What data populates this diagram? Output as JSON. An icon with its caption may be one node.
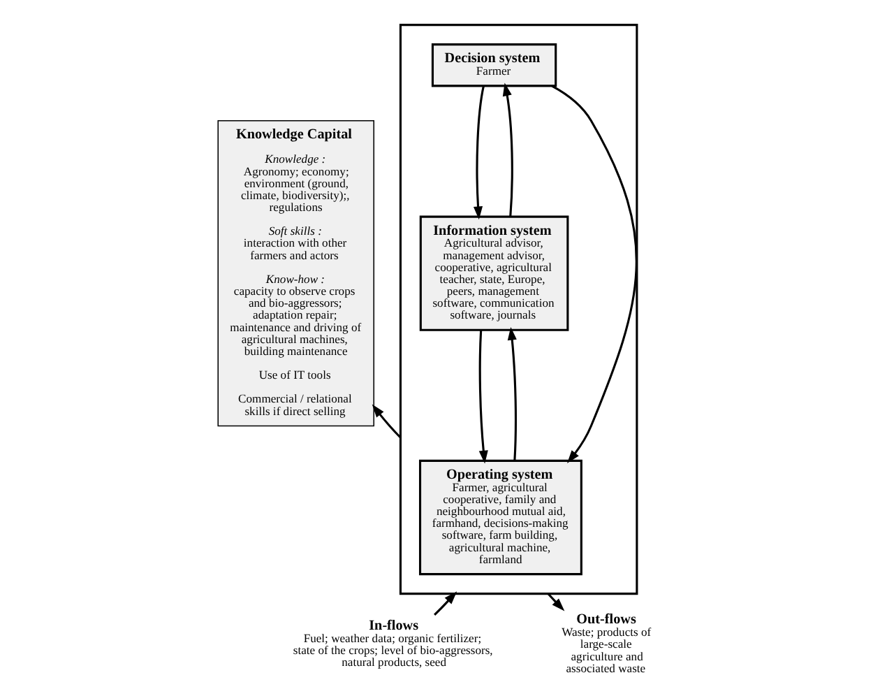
{
  "diagram": {
    "nodes": [
      {
        "text": [],
        "shape": "box"
      },
      {
        "text": [
          "Decision system",
          "Farmer"
        ],
        "in": 0
      },
      {
        "text": [
          "Information system",
          "Agricultural advisor, management advisor, cooperative, agricultural teacher, state, Europe, peers, management software, communication software, journals"
        ],
        "in": 0
      },
      {
        "text": [
          "Operating system",
          "Farmer, agricultural cooperative, family and neighbourhood mutual aid, farmhand, decisions-making software, farm building, agricultural machine, farmland"
        ],
        "in": 0
      },
      {
        "text": [
          "Knowledge Capital",
          "Knowledge :",
          "Agronomy; economy; environment (ground, climate, biodiversity);, regulations",
          "Soft skills :",
          "interaction with other farmers and actors",
          "Know-how :",
          "capacity to observe crops and bio-aggressors; adaptation repair; maintenance and driving of agricultural machines, building maintenance",
          "Use of IT tools",
          "Commercial / relational skills if direct selling"
        ]
      },
      {
        "text": [
          "In-flows",
          "Fuel; weather data; organic fertilizer; state of the crops; level of bio-aggressors, natural products, seed"
        ]
      },
      {
        "text": [
          "Out-flows",
          "Waste; products of large-scale agriculture and associated waste"
        ]
      }
    ],
    "edges": [
      {
        "from": 1,
        "to": 2,
        "arrow": "to"
      },
      {
        "from": 2,
        "to": 1,
        "arrow": "to"
      },
      {
        "from": 2,
        "to": 3,
        "arrow": "to"
      },
      {
        "from": 3,
        "to": 2,
        "arrow": "to"
      },
      {
        "from": 1,
        "to": 3,
        "arrow": "to"
      },
      {
        "from": 0,
        "to": 4,
        "arrow": "to"
      },
      {
        "from": 5,
        "to": 0,
        "arrow": "to"
      },
      {
        "from": 0,
        "to": 6,
        "arrow": "to"
      }
    ]
  }
}
